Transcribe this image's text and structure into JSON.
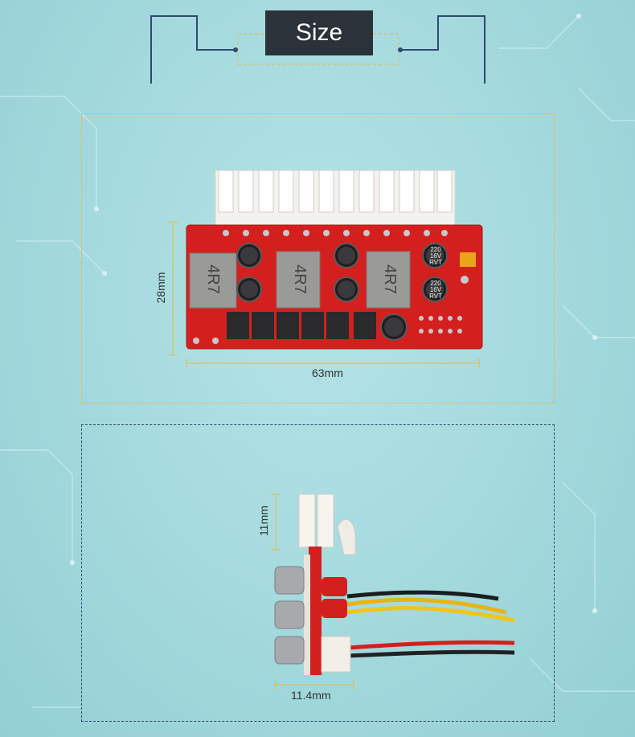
{
  "header": {
    "title": "Size"
  },
  "board": {
    "inductor_label": "4R7",
    "capacitor_label": [
      "220",
      "16V",
      "RVT"
    ]
  },
  "dimensions": {
    "height": "28mm",
    "width": "63mm",
    "connector_height": "11mm",
    "thickness": "11.4mm"
  },
  "colors": {
    "background": "#a3d9dd",
    "pcb": "#d3201f",
    "title_bg": "#2b3239",
    "frame_top": "#e6b94a",
    "frame_bottom": "#2d4a6e"
  }
}
